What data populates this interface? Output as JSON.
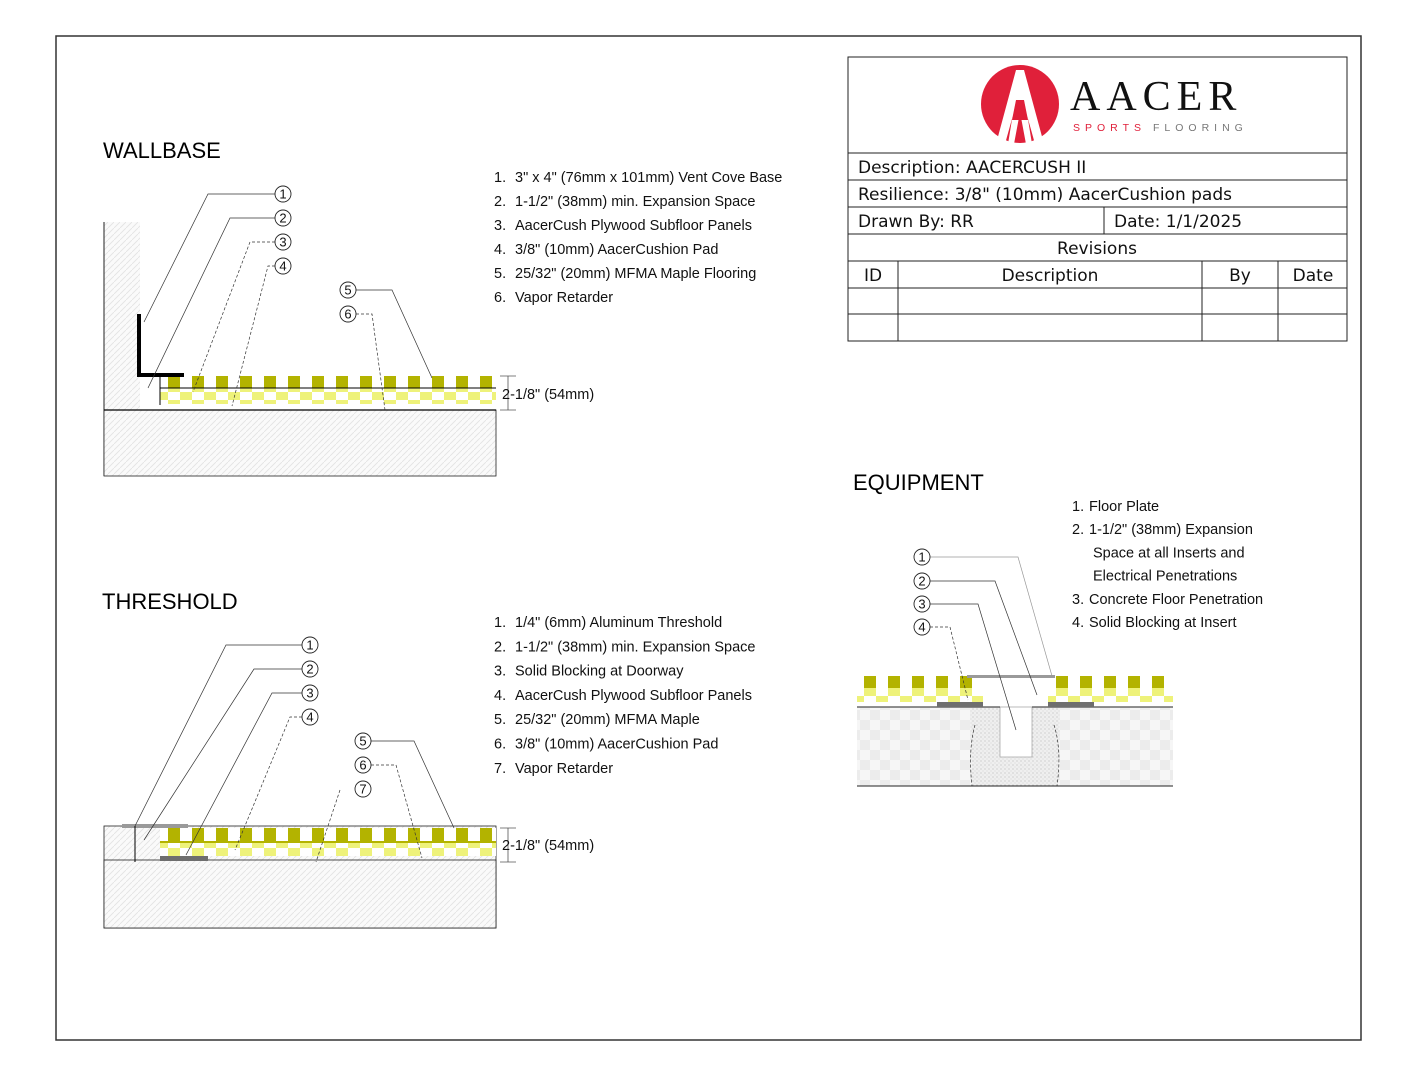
{
  "logo": {
    "brand": "AACER",
    "tagline_accent": "SPORTS",
    "tagline": "FLOORING",
    "mark": "A",
    "red": "#e0203a"
  },
  "title_block": {
    "description": "Description: AACERCUSH II",
    "resilience": "Resilience: 3/8\" (10mm) AacerCushion pads",
    "drawn_by": "Drawn By: RR",
    "date": "Date: 1/1/2025",
    "revisions_title": "Revisions",
    "columns": [
      "ID",
      "Description",
      "By",
      "Date"
    ]
  },
  "wallbase": {
    "title": "WALLBASE",
    "items": [
      {
        "n": "1.",
        "text": "3\" x 4\" (76mm x 101mm) Vent Cove Base"
      },
      {
        "n": "2.",
        "text": "1-1/2\" (38mm) min. Expansion Space"
      },
      {
        "n": "3.",
        "text": "AacerCush Plywood Subfloor Panels"
      },
      {
        "n": "4.",
        "text": "3/8\" (10mm) AacerCushion Pad"
      },
      {
        "n": "5.",
        "text": "25/32\" (20mm) MFMA Maple Flooring"
      },
      {
        "n": "6.",
        "text": "Vapor Retarder"
      }
    ],
    "callouts": [
      "1",
      "2",
      "3",
      "4",
      "5",
      "6"
    ],
    "dimension": "2-1/8\" (54mm)"
  },
  "threshold": {
    "title": "THRESHOLD",
    "items": [
      {
        "n": "1.",
        "text": "1/4\" (6mm) Aluminum Threshold"
      },
      {
        "n": "2.",
        "text": "1-1/2\" (38mm) min. Expansion Space"
      },
      {
        "n": "3.",
        "text": "Solid Blocking at Doorway"
      },
      {
        "n": "4.",
        "text": "AacerCush Plywood Subfloor Panels"
      },
      {
        "n": "5.",
        "text": "25/32\" (20mm) MFMA Maple"
      },
      {
        "n": "6.",
        "text": "3/8\" (10mm) AacerCushion Pad"
      },
      {
        "n": "7.",
        "text": "Vapor Retarder"
      }
    ],
    "callouts": [
      "1",
      "2",
      "3",
      "4",
      "5",
      "6",
      "7"
    ],
    "dimension": "2-1/8\" (54mm)"
  },
  "equipment": {
    "title": "EQUIPMENT",
    "items": [
      {
        "n": "1.",
        "lines": [
          "Floor Plate"
        ]
      },
      {
        "n": "2.",
        "lines": [
          "1-1/2\" (38mm) Expansion",
          "Space at all Inserts and",
          "Electrical Penetrations"
        ]
      },
      {
        "n": "3.",
        "lines": [
          "Concrete Floor Penetration"
        ]
      },
      {
        "n": "4.",
        "lines": [
          "Solid Blocking at Insert"
        ]
      }
    ],
    "callouts": [
      "1",
      "2",
      "3",
      "4"
    ]
  },
  "colors": {
    "olive": "#b3b300",
    "yellow": "#eef27a",
    "concrete": "#e4e4e4",
    "plate": "#9a9a9a",
    "blocking": "#6e6e6e"
  }
}
